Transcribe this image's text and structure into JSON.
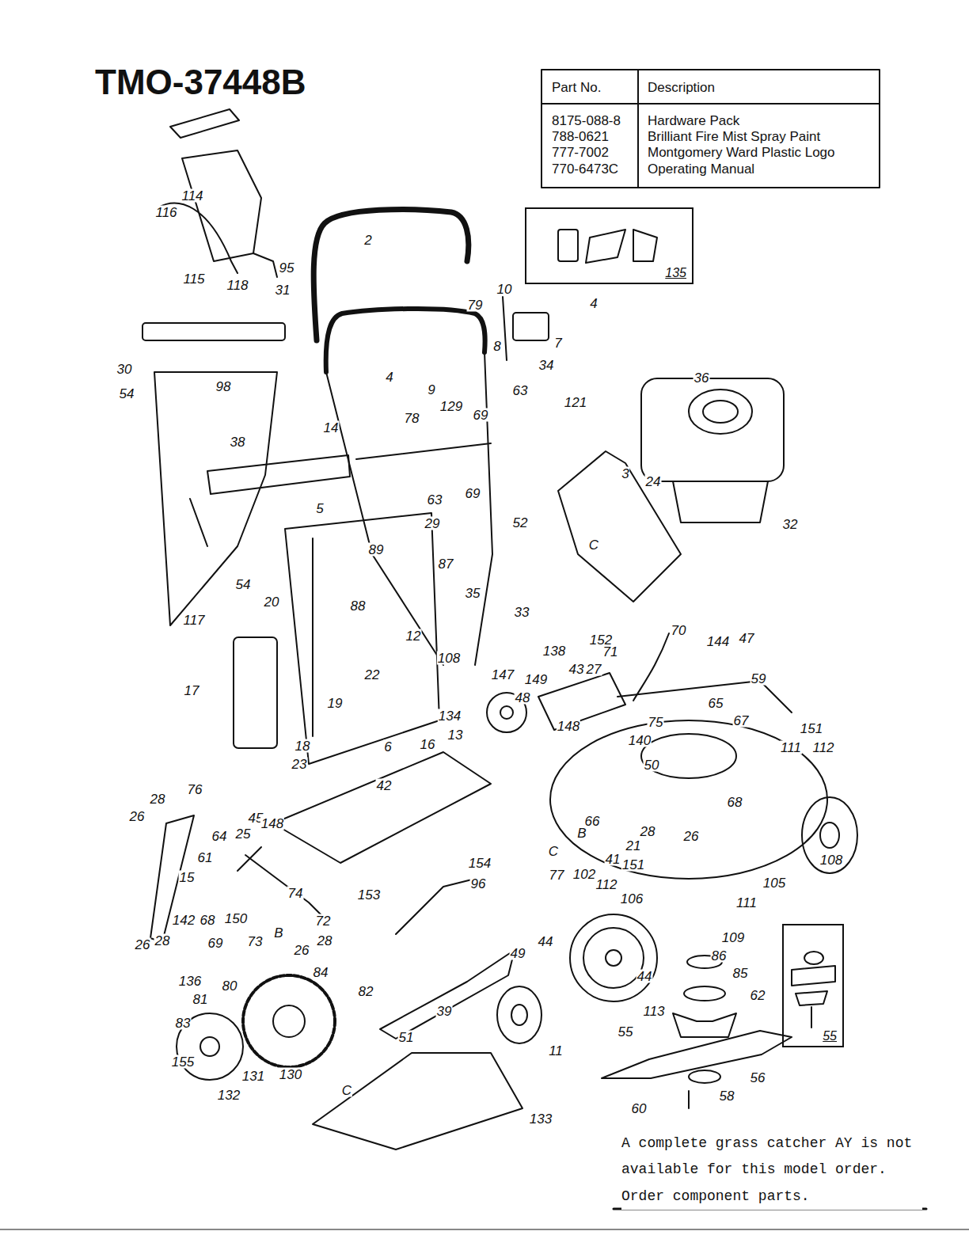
{
  "diagram": {
    "title": "TMO-37448B",
    "nodes": [
      {
        "text": [
          "135"
        ]
      },
      {
        "text": [
          "55"
        ]
      }
    ],
    "labels": [
      "Part No.",
      "Description",
      "8175-088-8",
      "Hardware Pack",
      "788-0621",
      "Brilliant Fire Mist Spray Paint",
      "777-7002",
      "Montgomery Ward Plastic Logo",
      "770-6473C",
      "Operating Manual",
      "114",
      "116",
      "115",
      "118",
      "31",
      "95",
      "2",
      "10",
      "4",
      "7",
      "8",
      "34",
      "79",
      "4",
      "9",
      "129",
      "14",
      "78",
      "63",
      "121",
      "69",
      "36",
      "30",
      "54",
      "98",
      "38",
      "5",
      "63",
      "69",
      "29",
      "52",
      "3",
      "24",
      "32",
      "C",
      "89",
      "87",
      "35",
      "33",
      "54",
      "88",
      "20",
      "117",
      "12",
      "70",
      "152",
      "144",
      "47",
      "71",
      "138",
      "43",
      "27",
      "108",
      "147",
      "59",
      "22",
      "149",
      "48",
      "65",
      "75",
      "67",
      "17",
      "19",
      "18",
      "6",
      "16",
      "134",
      "13",
      "148",
      "151",
      "111",
      "112",
      "140",
      "23",
      "42",
      "50",
      "68",
      "76",
      "28",
      "26",
      "45",
      "148",
      "64",
      "25",
      "66",
      "B",
      "28",
      "26",
      "108",
      "61",
      "154",
      "21",
      "151",
      "41",
      "C",
      "77",
      "102",
      "105",
      "15",
      "142",
      "68",
      "150",
      "72",
      "74",
      "153",
      "96",
      "112",
      "111",
      "106",
      "26",
      "28",
      "69",
      "73",
      "B",
      "28",
      "26",
      "109",
      "49",
      "44",
      "86",
      "85",
      "44",
      "136",
      "80",
      "84",
      "82",
      "81",
      "62",
      "113",
      "39",
      "83",
      "55",
      "51",
      "11",
      "56",
      "155",
      "131",
      "130",
      "132",
      "58",
      "60",
      "C",
      "133",
      "A complete grass catcher AY is not available for this model order. Order component parts."
    ]
  }
}
